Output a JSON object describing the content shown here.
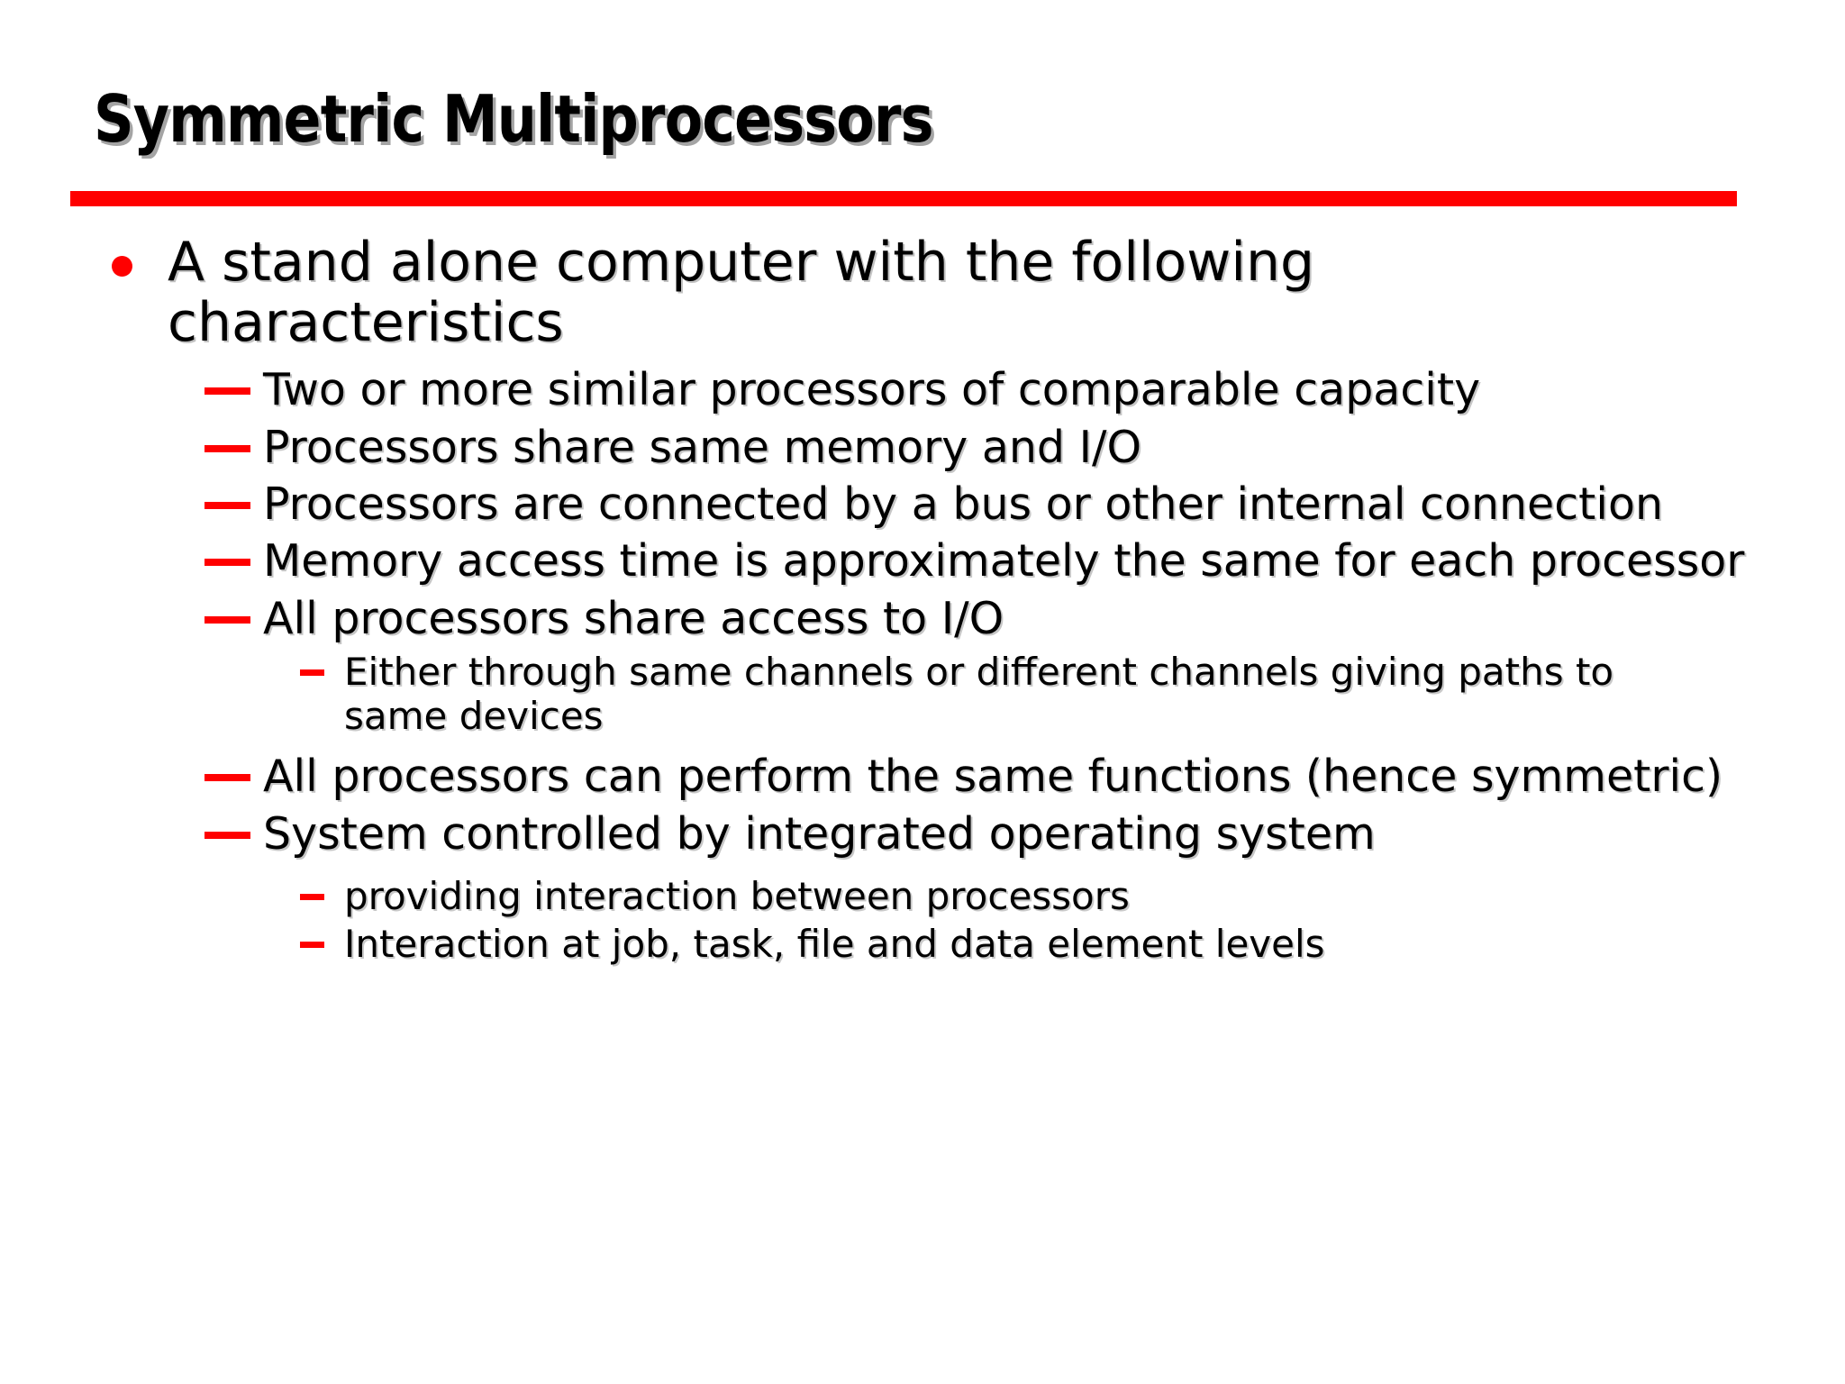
{
  "slide": {
    "title": "Symmetric Multiprocessors",
    "accent_color": "#ff0000",
    "background_color": "#ffffff",
    "text_color": "#000000",
    "markers": {
      "level1": "red-round-bullet",
      "level2": "red-em-dash",
      "level3": "red-en-dash"
    },
    "content": [
      {
        "level": 1,
        "text": "A stand alone computer with the following characteristics"
      },
      {
        "level": 2,
        "text": "Two or more similar processors of comparable capacity"
      },
      {
        "level": 2,
        "text": "Processors share same memory and I/O"
      },
      {
        "level": 2,
        "text": "Processors are connected by a bus or other internal connection"
      },
      {
        "level": 2,
        "text": "Memory access time is approximately the same for each processor"
      },
      {
        "level": 2,
        "text": "All processors share access to I/O"
      },
      {
        "level": 3,
        "text": "Either through same channels or different channels giving paths to same devices"
      },
      {
        "level": 2,
        "text": "All processors can perform the same functions (hence symmetric)"
      },
      {
        "level": 2,
        "text": "System controlled by integrated operating system"
      },
      {
        "level": 3,
        "text": "providing interaction between processors"
      },
      {
        "level": 3,
        "text": "Interaction at job, task, file and data element levels"
      }
    ]
  }
}
